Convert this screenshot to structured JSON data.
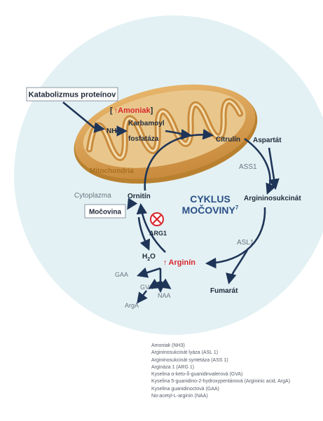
{
  "diagram": {
    "title_line1": "CYKLUS",
    "title_line2": "MOČOVINY",
    "title_sup": "7",
    "catabolism_box": "Katabolizmus proteínov",
    "ammonia_bracket_open": "[",
    "ammonia_up_arrow": "↑",
    "ammonia": "Amoniak",
    "ammonia_bracket_close": "]",
    "nh3_base": "NH",
    "nh3_sub": "3",
    "karbamoyl_line1": "Karbamoyl",
    "karbamoyl_line2": "fosfatáza",
    "mitochondria": "Mitochondria",
    "citrulin": "Citrulín",
    "aspartat": "Aspartát",
    "ass1": "ASS1",
    "argininosukcinat": "Argininosukcinát",
    "asl1": "ASL1",
    "fumarat": "Fumarát",
    "arginin_up_arrow": "↑",
    "arginin": "Arginín",
    "h2o_base": "H",
    "h2o_sub": "2",
    "h2o_end": "O",
    "arg1": "ARG1",
    "ornitin": "Ornitín",
    "cytoplazma": "Cytoplazma",
    "mocovina": "Močovina",
    "gaa": "GAA",
    "gva": "GVA",
    "naa": "NAA",
    "arga": "ArgA"
  },
  "legend": [
    "Amoniak (NH3)",
    "Argininosukcinát lyáza (ASL 1)",
    "Argininosukcinát syntetáza (ASS 1)",
    "Argináza 1 (ARG 1)",
    "Kyselina α-keto-δ-guanidinvalerová (GVA)",
    "Kyselina 5-guanidino-2-hydroxypentánová (Argininic acid, ArgA)",
    "Kyselina guanidinoctová (GAA)",
    "Nα-acetyl-L-arginín (NAA)"
  ],
  "colors": {
    "background_circle": "#e3f1f4",
    "arrow_navy": "#1f3558",
    "accent_red": "#d9272e",
    "mitochondria_outer": "#cf9a4e",
    "mitochondria_inner": "#e9c78c",
    "mitochondria_label": "#a9701e",
    "grey_text": "#6b7480"
  },
  "icons": {
    "deficiency_marker": "x-circle-icon",
    "increase_marker": "up-arrow-icon"
  }
}
